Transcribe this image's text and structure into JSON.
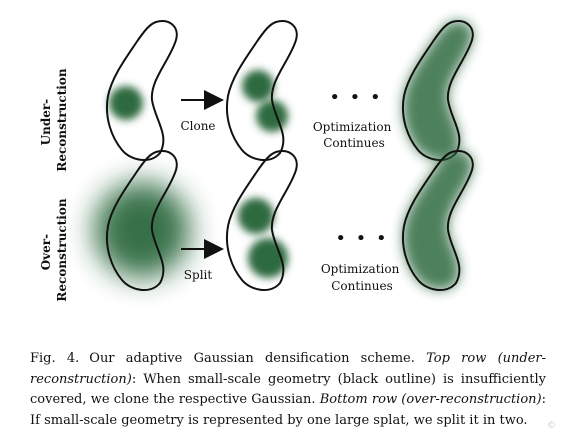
{
  "rows": {
    "top_label": [
      "Under-",
      "Reconstruction"
    ],
    "bottom_label": [
      "Over-",
      "Reconstruction"
    ]
  },
  "arrows": {
    "top": "Clone",
    "bottom": "Split"
  },
  "continuation": {
    "dots": "• • •",
    "line1": "Optimization",
    "line2": "Continues"
  },
  "caption": {
    "label": "Fig. 4.",
    "sentence1": "Our adaptive Gaussian densification scheme.",
    "top_row_label": "Top row (under-reconstruction)",
    "text_a": ": When small-scale geometry (black outline) is insufficiently covered, we clone the respective Gaussian.",
    "bottom_row_label": "Bottom row (over-reconstruction)",
    "text_b": ": If small-scale geometry is represented by one large splat, we split it in two."
  },
  "watermark": "©",
  "colors": {
    "gaussian": "#2f6b3f",
    "outline": "#111111"
  }
}
